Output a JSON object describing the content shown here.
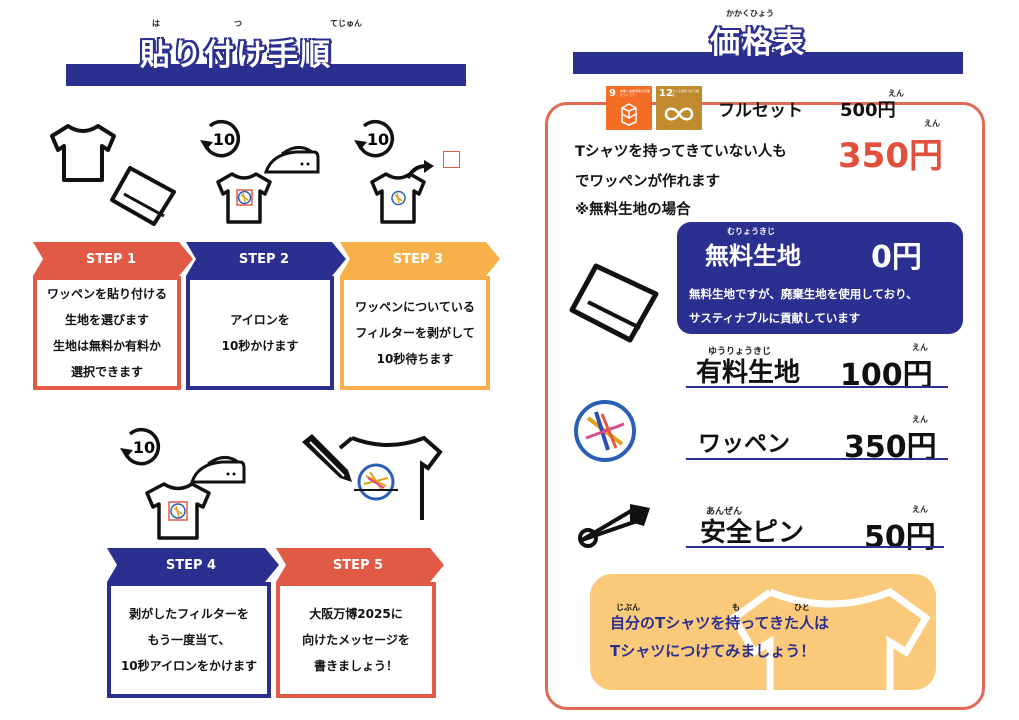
{
  "left": {
    "title": "貼り付け手順",
    "title_ruby": [
      "は",
      "つ",
      "てじゅん"
    ],
    "timer_label": "10",
    "steps": [
      {
        "label": "STEP 1",
        "lines": [
          "ワッペンを貼り付ける",
          "生地を選びます",
          "生地は無料か有料か",
          "選択できます"
        ]
      },
      {
        "label": "STEP 2",
        "lines": [
          "アイロンを",
          "10秒かけます"
        ]
      },
      {
        "label": "STEP 3",
        "lines": [
          "ワッペンについている",
          "フィルターを剥がして",
          "10秒待ちます"
        ]
      },
      {
        "label": "STEP 4",
        "lines": [
          "剥がしたフィルターを",
          "もう一度当て、",
          "10秒アイロンをかけます"
        ]
      },
      {
        "label": "STEP 5",
        "lines": [
          "大阪万博2025に",
          "向けたメッセージを",
          "書きましょう！"
        ]
      }
    ]
  },
  "right": {
    "title": "価格表",
    "title_ruby": "かかくひょう",
    "sdg_badges": [
      {
        "number": "9",
        "text": "産業と技術革新の基盤をつくろう",
        "color": "#f36d25"
      },
      {
        "number": "12",
        "text": "つくる責任つかう責任",
        "color": "#bf8b2e"
      }
    ],
    "full_set_label": "フルセット",
    "full_set_price": "500円",
    "en_ruby": "えん",
    "no_shirt_line1": "Tシャツを持ってきていない人も",
    "no_shirt_line2": "でワッペンが作れます",
    "no_shirt_price": "350円",
    "free_note": "※無料生地の場合",
    "free": {
      "ruby": "むりょうきじ",
      "label": "無料生地",
      "price": "0円",
      "desc_line1": "無料生地ですが、廃棄生地を使用しており、",
      "desc_line2": "サスティナブルに貢献しています"
    },
    "items": [
      {
        "ruby": "ゆうりょうきじ",
        "label": "有料生地",
        "price": "100円"
      },
      {
        "ruby": "",
        "label": "ワッペン",
        "price": "350円"
      },
      {
        "ruby": "あんぜん",
        "label": "安全ピン",
        "price": "50円"
      }
    ],
    "bottom_line1": "自分のTシャツを持ってきた人は",
    "bottom_line2": "Tシャツにつけてみましょう！",
    "bottom_ruby": [
      "じぶん",
      "も",
      "ひと"
    ]
  },
  "colors": {
    "navy": "#2b2f8f",
    "red": "#e05a45",
    "orange": "#f8b14a",
    "peach": "#fbc97a",
    "outline": "#e06a55"
  }
}
